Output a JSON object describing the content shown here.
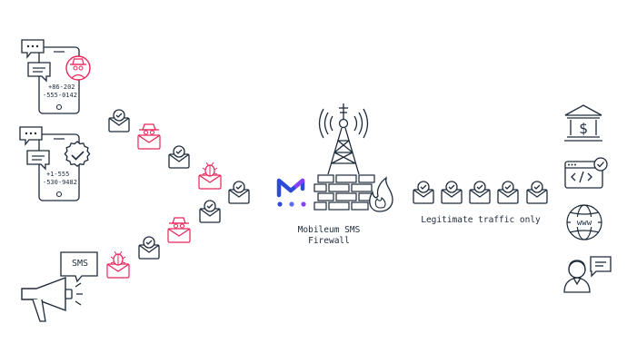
{
  "phone1": {
    "number_line1": "+86-202",
    "number_line2": "-555-0142"
  },
  "phone2": {
    "number_line1": "+1-555",
    "number_line2": "-530-9482"
  },
  "megaphone": {
    "bubble_text": "SMS"
  },
  "firewall": {
    "label_line1": "Mobileum SMS",
    "label_line2": "Firewall"
  },
  "output": {
    "label": "Legitimate traffic only"
  },
  "icons": {
    "left": [
      "chat-bubbles-icon",
      "smartphone-icon",
      "spy-badge-icon",
      "verified-badge-icon",
      "megaphone-icon"
    ],
    "stream": [
      "envelope-check-icon",
      "spy-envelope-icon",
      "bug-envelope-icon"
    ],
    "center": [
      "mobileum-logo-icon",
      "cell-tower-icon",
      "brick-wall-icon",
      "flame-icon"
    ],
    "right": [
      "bank-icon",
      "code-window-icon",
      "globe-www-icon",
      "user-chat-icon"
    ]
  },
  "colors": {
    "ink": "#1d2a3a",
    "threat": "#e8245a",
    "brand_blue": "#2e4bd8",
    "brand_purple": "#8a3ffc"
  }
}
